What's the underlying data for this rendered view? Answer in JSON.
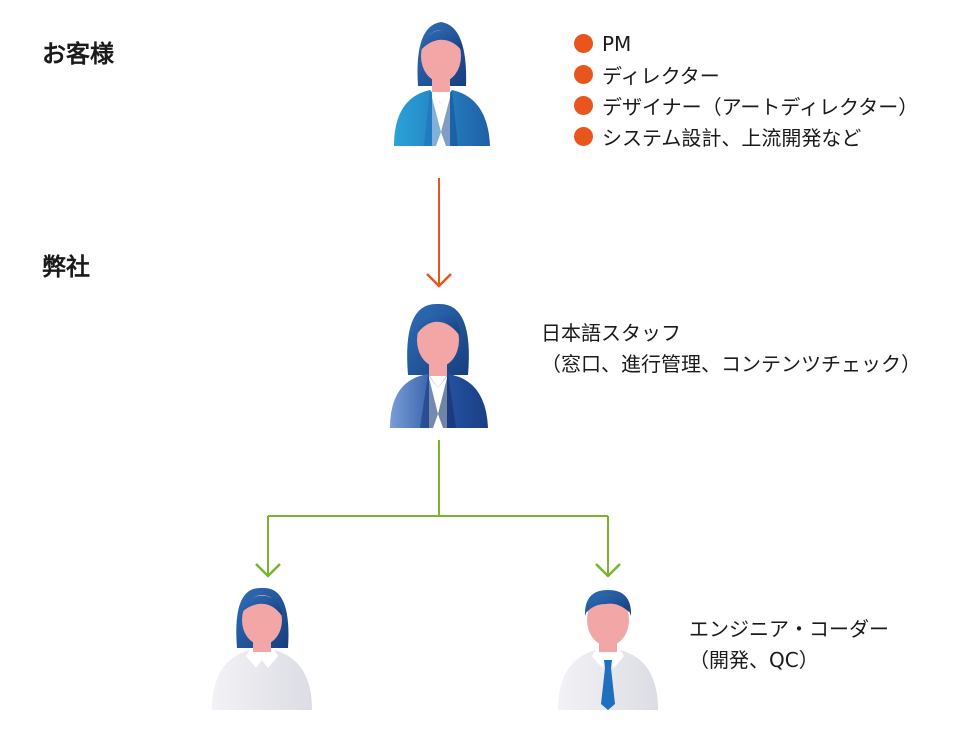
{
  "sections": {
    "client": "お客様",
    "company": "弊社"
  },
  "client_roles": [
    "PM",
    "ディレクター",
    "デザイナー（アートディレクター）",
    "システム設計、上流開発など"
  ],
  "japanese_staff": {
    "line1": "日本語スタッフ",
    "line2": "（窓口、進行管理、コンテンツチェック）"
  },
  "engineers": {
    "line1": "エンジニア・コーダー",
    "line2": "（開発、QC）"
  },
  "colors": {
    "bullet": "#e8561e",
    "arrow_top": "#e8561e",
    "arrow_bottom": "#7ab32e",
    "suit_blue": "#1f5fa8",
    "hair": "#1f4d8f",
    "skin": "#f2a6a6",
    "shirt": "#e8e8ee"
  }
}
